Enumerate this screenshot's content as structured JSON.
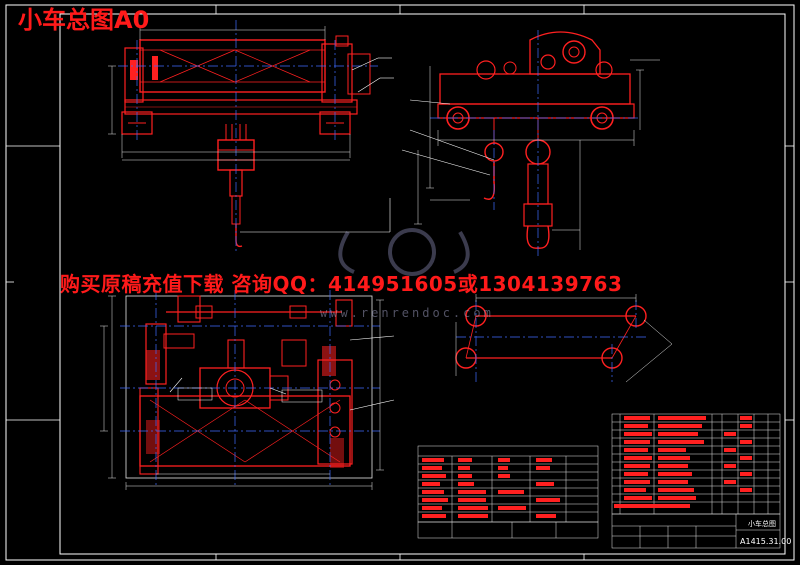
{
  "title": "小车总图A0",
  "promo_text": "购买原稿充值下载 咨询QQ：414951605或1304139763",
  "watermark": "www.renrendoc.com",
  "title_block": {
    "drawing_name": "小车总图",
    "drawing_number": "A1415.31.00"
  },
  "colors": {
    "background": "#000000",
    "frame": "#ffffff",
    "part": "#ff2020",
    "centerline": "#3f6bff",
    "dimension": "#e6e6e6",
    "hatch": "#d8d8d8",
    "leader": "#ffffff"
  }
}
